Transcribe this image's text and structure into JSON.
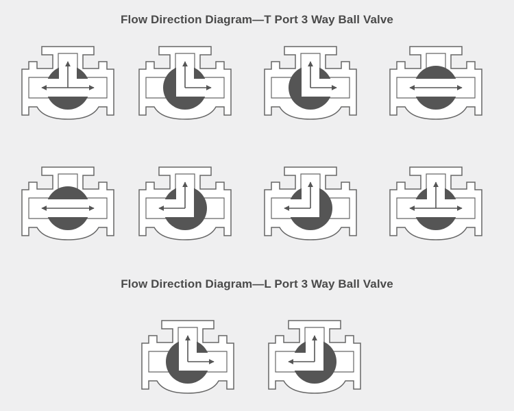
{
  "sections": [
    {
      "title": "Flow Direction Diagram—T Port 3 Way Ball Valve"
    },
    {
      "title": "Flow Direction Diagram—L Port 3 Way Ball Valve"
    }
  ],
  "colors": {
    "background": "#efeff0",
    "outline": "#666666",
    "body": "#ffffff",
    "ball": "#555555",
    "arrow": "#555555",
    "title": "#4a4a4a"
  },
  "valves": [
    {
      "port": "T",
      "stem": "up",
      "arrows": [
        "left",
        "right",
        "up"
      ]
    },
    {
      "port": "L",
      "stem": "up",
      "arrows": [
        "up",
        "right"
      ]
    },
    {
      "port": "L",
      "stem": "up",
      "arrows": [
        "up",
        "right"
      ]
    },
    {
      "port": "T",
      "stem": "up",
      "arrows": [
        "left",
        "right"
      ]
    },
    {
      "port": "T",
      "stem": "up",
      "arrows": [
        "left",
        "right"
      ]
    },
    {
      "port": "L",
      "stem": "up",
      "arrows": [
        "up",
        "left"
      ]
    },
    {
      "port": "L",
      "stem": "up",
      "arrows": [
        "up",
        "left"
      ]
    },
    {
      "port": "T",
      "stem": "up",
      "arrows": [
        "left",
        "right",
        "up"
      ]
    },
    {
      "port": "L",
      "stem": "up",
      "arrows": [
        "up",
        "right"
      ]
    },
    {
      "port": "L",
      "stem": "up",
      "arrows": [
        "up",
        "left"
      ]
    }
  ]
}
